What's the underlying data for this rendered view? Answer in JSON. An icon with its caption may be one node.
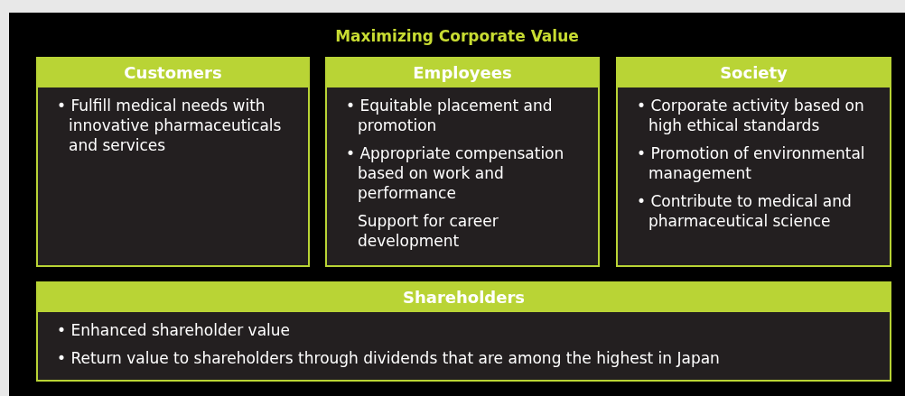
{
  "diagram": {
    "nodes": [
      {
        "text": [
          "Maximizing Corporate Value"
        ]
      },
      {
        "text": [
          "Customers",
          "• Fulfill medical needs with innovative pharmaceuticals and services"
        ],
        "in": 0
      },
      {
        "text": [
          "Employees",
          "• Equitable placement and promotion",
          "• Appropriate compensation based on work and performance",
          "Support for career development"
        ],
        "in": 0
      },
      {
        "text": [
          "Society",
          "• Corporate activity based on high ethical standards",
          "• Promotion of environmental management",
          "• Contribute to medical and pharmaceutical science"
        ],
        "in": 0
      },
      {
        "text": [
          "Shareholders",
          "• Enhanced shareholder value",
          "• Return value to shareholders through dividends that are among the highest in Japan"
        ],
        "in": 0
      }
    ],
    "edges": []
  }
}
